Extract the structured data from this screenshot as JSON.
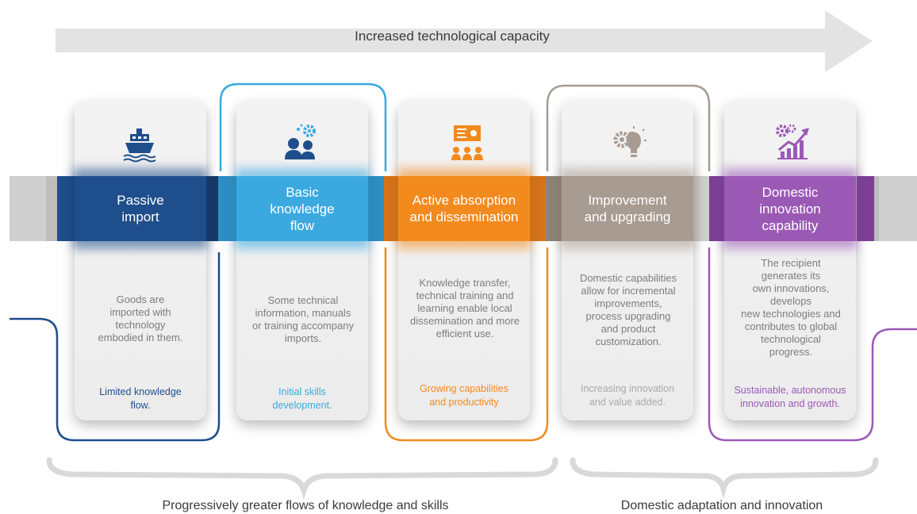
{
  "header": {
    "arrow_text": "Increased technological capacity"
  },
  "stages": [
    {
      "title": "Passive\nimport",
      "description": "Goods are\nimported with\ntechnology\nembodied in them.",
      "outcome": "Limited knowledge\nflow.",
      "color": "#1f4e8c",
      "icon": "ship-icon"
    },
    {
      "title": "Basic\nknowledge\nflow",
      "description": "Some technical\ninformation, manuals\nor training accompany\nimports.",
      "outcome": "Initial skills\ndevelopment.",
      "color": "#3ba9e0",
      "icon": "people-gear-icon"
    },
    {
      "title": "Active absorption\nand dissemination",
      "description": "Knowledge transfer,\ntechnical training and\nlearning enable local\ndissemination and more\nefficient use.",
      "outcome": "Growing capabilities\nand productivity",
      "color": "#f28a1e",
      "icon": "presentation-icon"
    },
    {
      "title": "Improvement\nand upgrading",
      "description": "Domestic capabilities\nallow for incremental\nimprovements,\nprocess upgrading\nand product\ncustomization.",
      "outcome": "Increasing innovation\nand value added.",
      "color": "#a89b91",
      "icon": "lightbulb-gear-icon"
    },
    {
      "title": "Domestic\ninnovation\ncapability",
      "description": "The recipient\ngenerates its\nown innovations,\ndevelops\nnew technologies and\ncontributes to global\ntechnological\nprogress.",
      "outcome": "Sustainable, autonomous\ninnovation and growth.",
      "color": "#9b59b6",
      "icon": "growth-chart-gear-icon"
    }
  ],
  "bottom": {
    "left_label": "Progressively greater flows of knowledge and skills",
    "right_label": "Domestic adaptation and innovation"
  },
  "colors": {
    "arrow": "#e3e3e3",
    "band_gray": "#cfcfcf",
    "outcome_1": "#1f4e8c",
    "outcome_2": "#3ba9e0",
    "outcome_3": "#f28a1e",
    "outcome_4": "#a9a9a9",
    "outcome_5": "#9b59b6"
  }
}
